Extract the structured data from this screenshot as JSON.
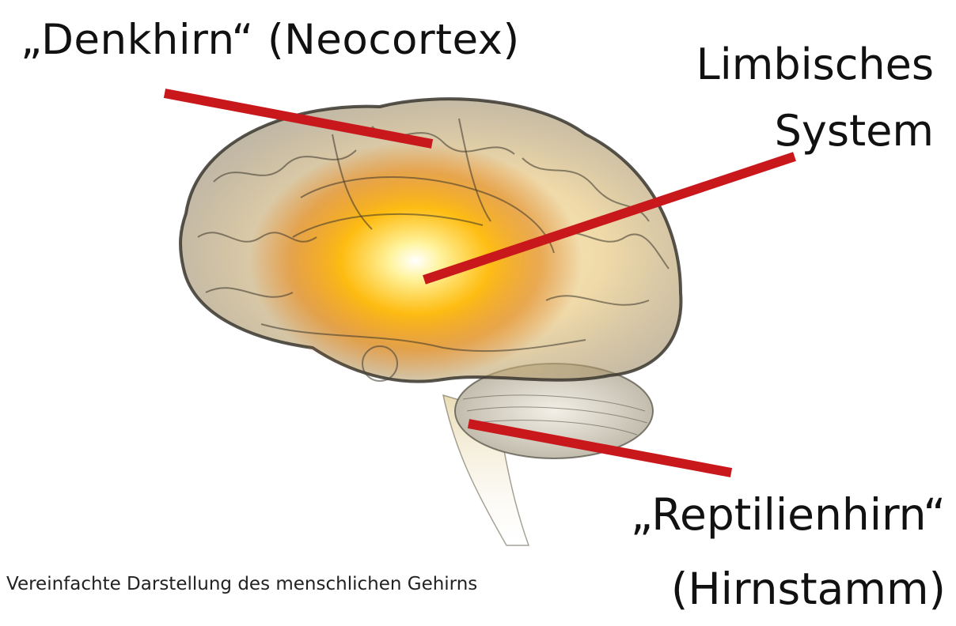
{
  "labels": {
    "neocortex": "„Denkhirn“ (Neocortex)",
    "limbic_line1": "Limbisches",
    "limbic_line2": "System",
    "reptile_line1": "„Reptilienhirn“",
    "reptile_line2": "(Hirnstamm)"
  },
  "caption": "Vereinfachte Darstellung des menschlichen Gehirns",
  "colors": {
    "pointer": "#c8181c",
    "glow_center": "#ffffff",
    "glow_mid": "#ffb800",
    "glow_outer": "#e07a00"
  }
}
